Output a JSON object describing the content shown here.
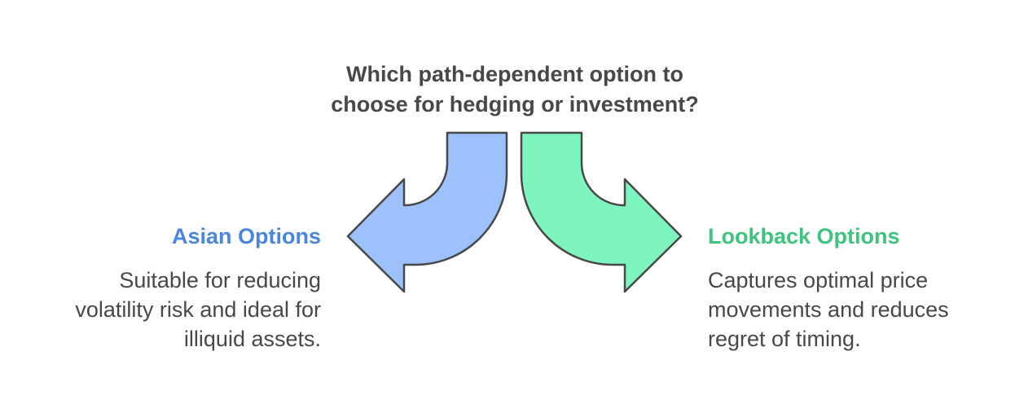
{
  "question": {
    "line1": "Which path-dependent option to",
    "line2": "choose for hedging or investment?"
  },
  "options": [
    {
      "title": "Asian Options",
      "description_lines": [
        "Suitable for reducing",
        "volatility risk and ideal for",
        "illiquid assets."
      ],
      "color": "#4a86e0",
      "arrow_fill": "#9cc1fb",
      "arrow_direction": "left"
    },
    {
      "title": "Lookback Options",
      "description_lines": [
        "Captures optimal price",
        "movements and reduces",
        "regret of timing."
      ],
      "color": "#3ec47e",
      "arrow_fill": "#7ef5bf",
      "arrow_direction": "right"
    }
  ],
  "stroke_color": "#484848"
}
